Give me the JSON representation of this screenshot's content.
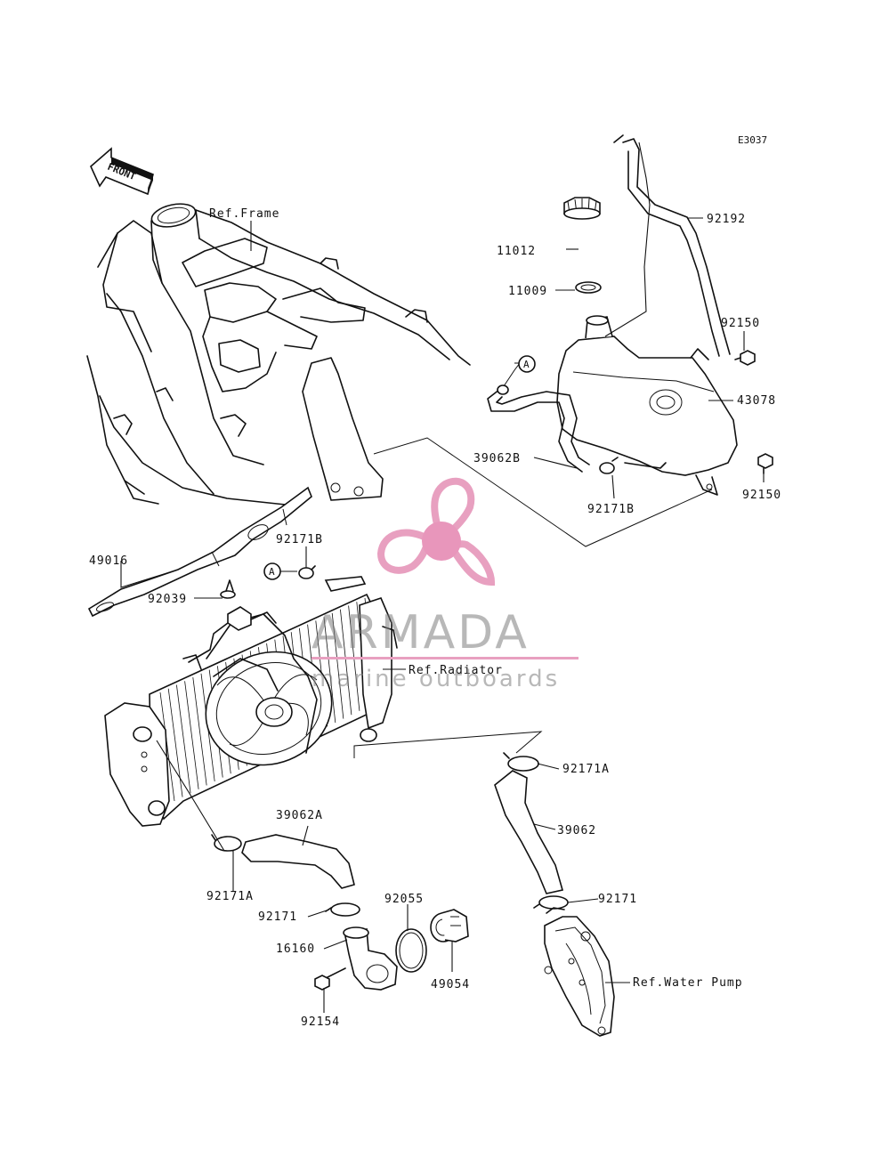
{
  "diagram": {
    "code": "E3037",
    "front_marker": "FRONT",
    "refs": {
      "frame": "Ref.Frame",
      "radiator": "Ref.Radiator",
      "water_pump": "Ref.Water Pump"
    },
    "circle_marker": "A",
    "labels": {
      "p92192": "92192",
      "p11012": "11012",
      "p11009": "11009",
      "p92150_top": "92150",
      "p43078": "43078",
      "p39062B": "39062B",
      "p92171B_tank": "92171B",
      "p92150_bottom": "92150",
      "p49016": "49016",
      "p92171B_rad": "92171B",
      "p92039": "92039",
      "p92171A_right": "92171A",
      "p39062": "39062",
      "p39062A": "39062A",
      "p92171A_left": "92171A",
      "p92171_left": "92171",
      "p92055": "92055",
      "p92171_right": "92171",
      "p16160": "16160",
      "p49054": "49054",
      "p92154": "92154"
    }
  },
  "watermark": {
    "brand": "ARMADA",
    "tagline": "marine outboards",
    "accent_color": "#e8a0c0",
    "accent_color_dark": "#e896bb"
  }
}
